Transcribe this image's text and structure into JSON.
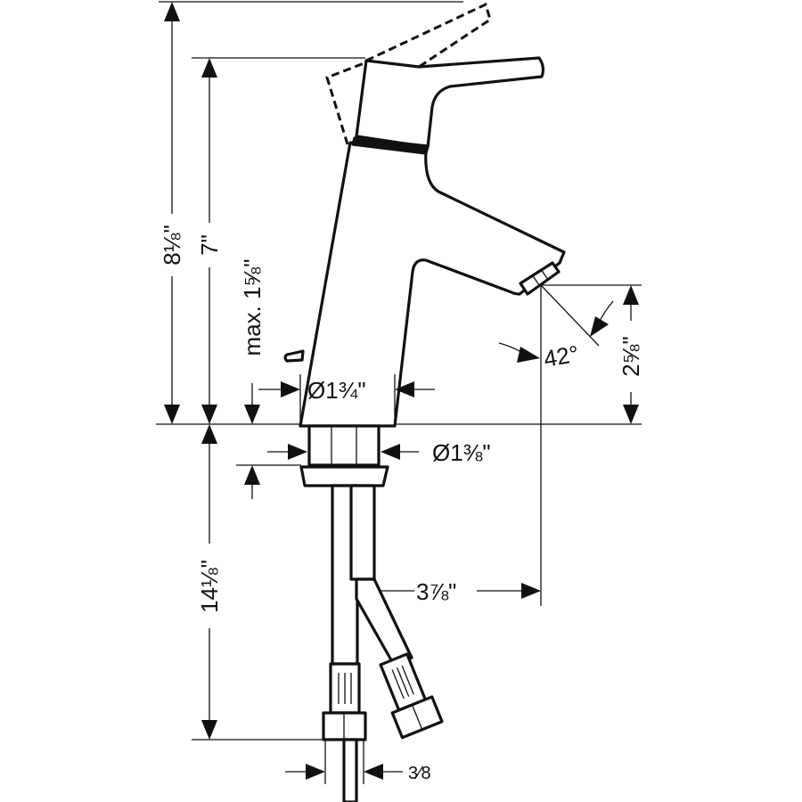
{
  "dimensions": {
    "total_height": "8⅛\"",
    "spout_height": "7\"",
    "max_deck_thickness": "max. 1⅝\"",
    "body_diameter": "Ø1¾\"",
    "shank_diameter": "Ø1⅜\"",
    "spray_angle": "42°",
    "spout_clearance": "2⅝\"",
    "supply_length": "14⅛\"",
    "spout_reach": "3⅞\"",
    "connection_size": "3⁄8"
  }
}
